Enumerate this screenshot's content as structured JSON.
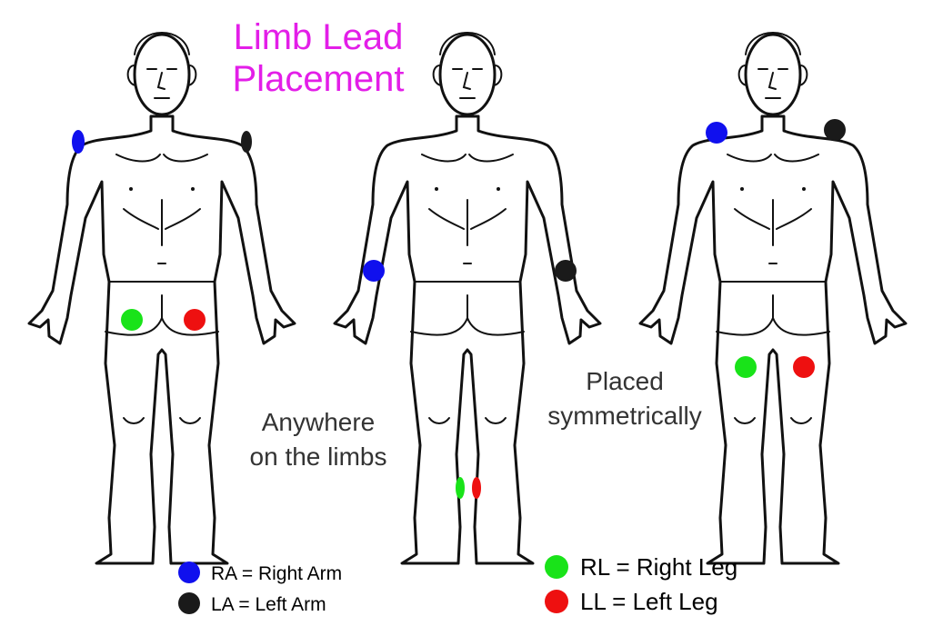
{
  "title": {
    "line1": "Limb Lead",
    "line2": "Placement"
  },
  "annotations": {
    "anywhere_line1": "Anywhere",
    "anywhere_line2": "on the limbs",
    "placed_line1": "Placed",
    "placed_line2": "symmetrically"
  },
  "legend": {
    "ra": "RA = Right Arm",
    "la": "LA = Left Arm",
    "rl": "RL = Right Leg",
    "ll": "LL = Left Leg"
  },
  "colors": {
    "title": "#e31ee8",
    "ra": "#1010ee",
    "la": "#1a1a1a",
    "rl": "#19e319",
    "ll": "#ee1010"
  },
  "figures": [
    {
      "variant": "shoulders-and-upper-thighs",
      "electrodes": [
        "RA",
        "LA",
        "RL",
        "LL"
      ]
    },
    {
      "variant": "wrists-and-ankles",
      "electrodes": [
        "RA",
        "LA",
        "RL",
        "LL"
      ]
    },
    {
      "variant": "upper-chest-and-thighs",
      "electrodes": [
        "RA",
        "LA",
        "RL",
        "LL"
      ]
    }
  ]
}
